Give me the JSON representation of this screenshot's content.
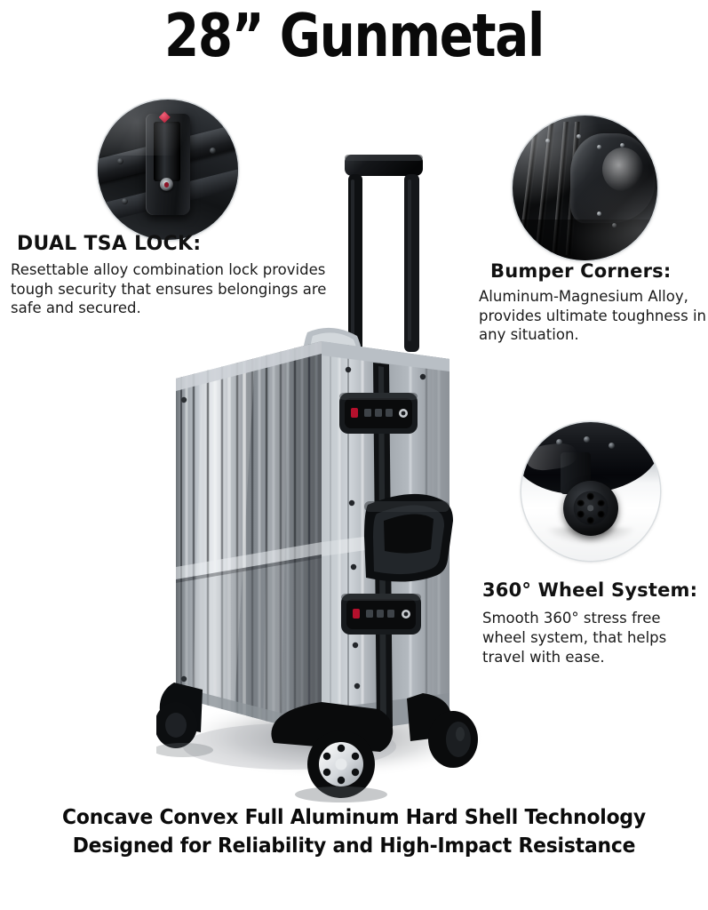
{
  "title": "28” Gunmetal",
  "product": {
    "name": "Gunmetal hard shell aluminum suitcase",
    "size_label": "28”",
    "colors": {
      "shell_light": "#c9ced3",
      "shell_mid": "#8d949b",
      "shell_dark": "#55595e",
      "hardware_black": "#141518",
      "tsa_red": "#b4102c",
      "background": "#ffffff",
      "text": "#111111"
    }
  },
  "callouts": [
    {
      "id": "dual-tsa-lock",
      "icon": "tsa-lock-photo-circle",
      "title": "DUAL TSA LOCK:",
      "body": "Resettable alloy combination lock provides tough security that ensures belongings are safe and secured."
    },
    {
      "id": "bumper-corners",
      "icon": "bumper-corner-photo-circle",
      "title": "Bumper Corners:",
      "body": "Aluminum-Magnesium Alloy, provides ultimate toughness in any situation."
    },
    {
      "id": "wheel-system",
      "icon": "spinner-wheel-photo-circle",
      "title": "360° Wheel System:",
      "body": "Smooth 360° stress free wheel system, that helps travel with ease."
    }
  ],
  "caption": {
    "line1": "Concave Convex Full Aluminum Hard Shell Technology",
    "line2": "Designed for Reliability and High-Impact Resistance"
  }
}
